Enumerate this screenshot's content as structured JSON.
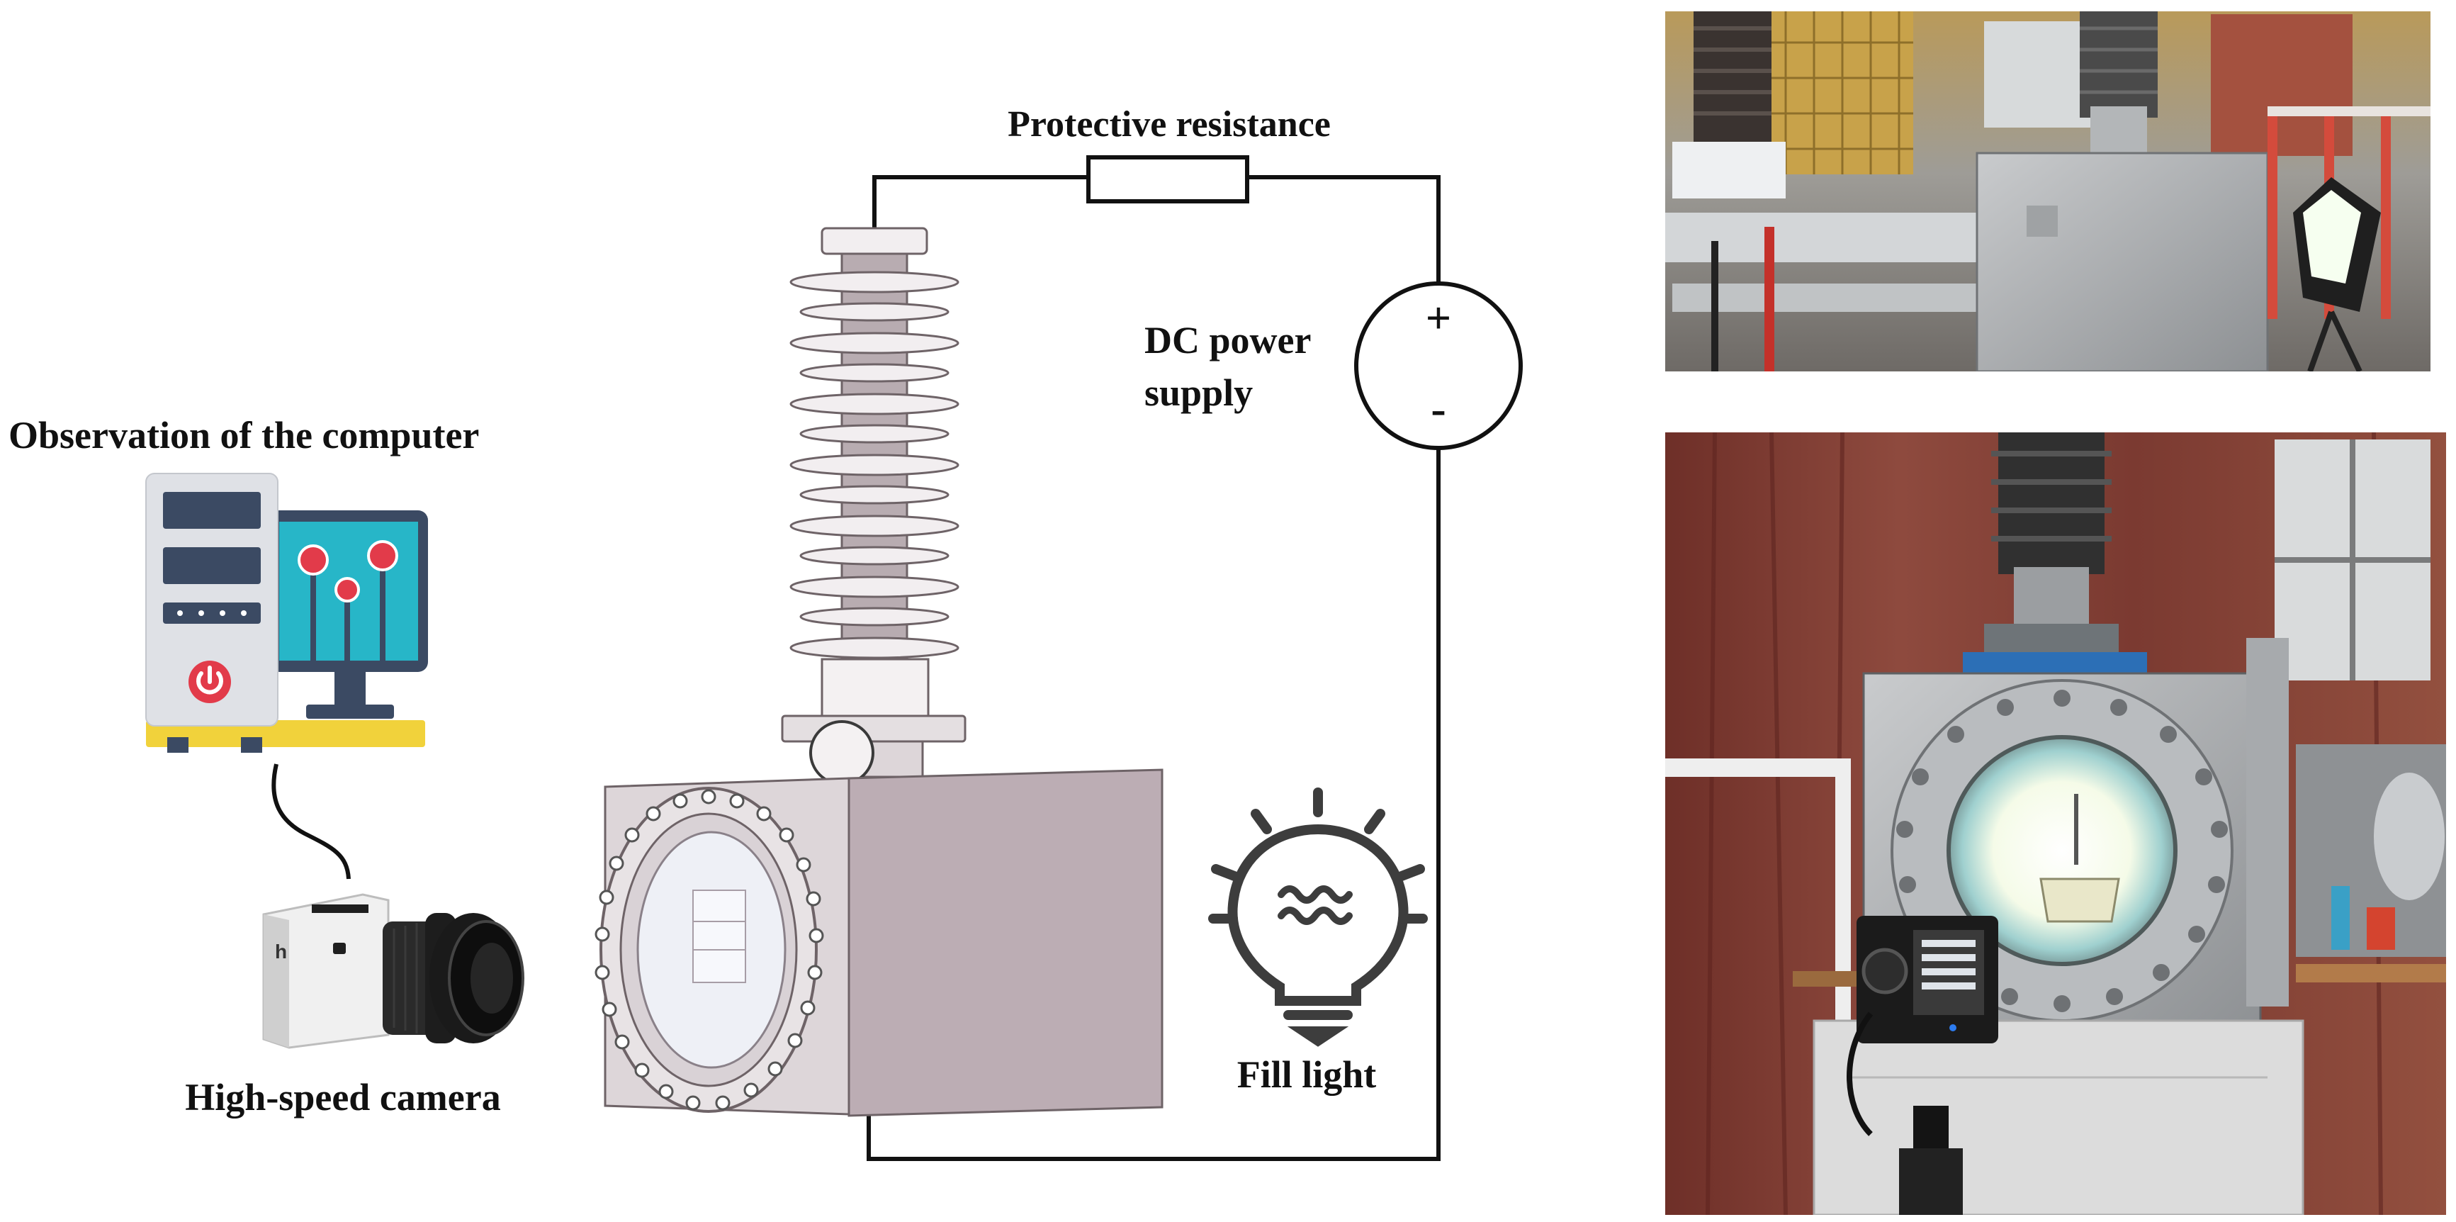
{
  "labels": {
    "protective_resistance": "Protective resistance",
    "dc_power_line1": "DC power",
    "dc_power_line2": "supply",
    "plus": "+",
    "minus": "-",
    "computer": "Observation of the computer",
    "camera": "High-speed camera",
    "fill_light": "Fill light"
  },
  "colors": {
    "wire": "#111111",
    "bushing_shed": "#f2eef0",
    "bushing_core": "#b8acb1",
    "chamber_face": "#bcadb4",
    "chamber_side": "#ddd6d9",
    "window": "#eef0f6",
    "computer_tower": "#dfe1e6",
    "monitor_frame": "#3b4a63",
    "monitor_screen": "#27b6c8",
    "monitor_dot": "#e23b4a",
    "desk": "#f1d23b",
    "camera_body": "#f0f0f0",
    "lens": "#1d1d1d",
    "bulb": "#3d3d3d",
    "photo_top_bg": "#8b8a88",
    "photo_bottom_bg": "#7a3b33"
  },
  "icons": [
    "computer-icon",
    "high-speed-camera-icon",
    "light-bulb-icon",
    "power-supply-icon",
    "resistor-icon"
  ],
  "photos": [
    {
      "name": "test-platform-photo-top"
    },
    {
      "name": "test-chamber-photo-bottom"
    }
  ]
}
